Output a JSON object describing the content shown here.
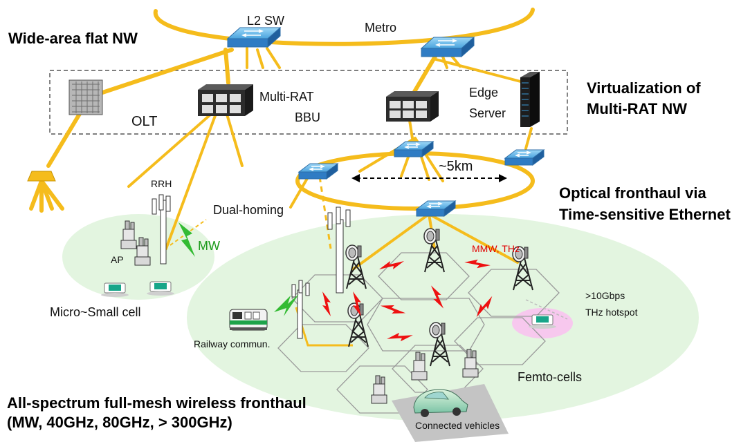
{
  "labels": {
    "wide_area": "Wide-area flat NW",
    "l2sw": "L2 SW",
    "metro": "Metro",
    "virt_line1": "Virtualization of",
    "virt_line2": "Multi-RAT NW",
    "multirat_line1": "Multi-RAT",
    "multirat_line2": "BBU",
    "edge_line1": "Edge",
    "edge_line2": "Server",
    "olt": "OLT",
    "distance": "~5km",
    "rrh": "RRH",
    "dual_homing": "Dual-homing",
    "mw": "MW",
    "ap": "AP",
    "optical_line1": "Optical fronthaul via",
    "optical_line2": "Time-sensitive Ethernet",
    "mmw_thz": "MMW, THz",
    "gbps": ">10Gbps",
    "thz_hotspot": "THz hotspot",
    "micro_small": "Micro~Small cell",
    "railway": "Railway commun.",
    "femto": "Femto-cells",
    "allspec_line1": "All-spectrum full-mesh wireless fronthaul",
    "allspec_line2": "(MW, 40GHz, 80GHz, > 300GHz)",
    "vehicles": "Connected vehicles"
  },
  "colors": {
    "fiber": "#f5bc1c",
    "switch": "#3f97d8",
    "cell_area": "#e3f5e0",
    "hotspot": "#f7c8ee",
    "wireless_link": "#ee1111"
  }
}
